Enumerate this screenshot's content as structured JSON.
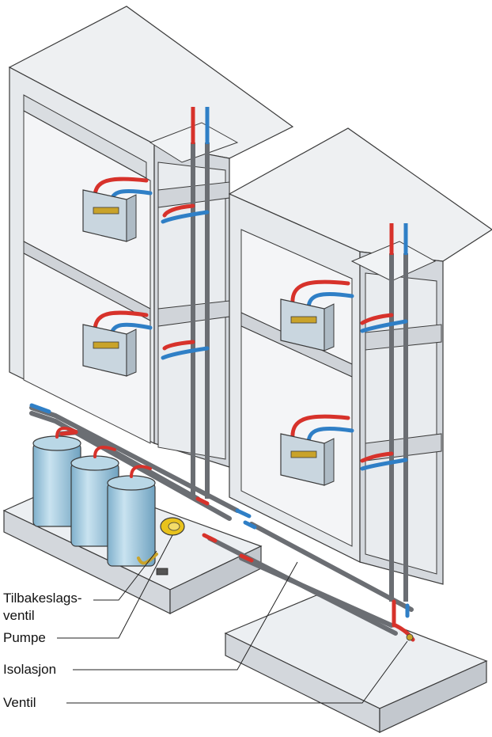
{
  "labels": {
    "check_valve_line1": "Tilbakeslags-",
    "check_valve_line2": "ventil",
    "pump": "Pumpe",
    "insulation": "Isolasjon",
    "valve": "Ventil"
  },
  "colors": {
    "concrete_light": "#eef0f2",
    "concrete_mid": "#dfe2e6",
    "concrete_dark": "#c8ccd2",
    "outline": "#3a3a3a",
    "hot_pipe": "#d7322b",
    "cold_pipe": "#2f7fc6",
    "insulated_pipe": "#6b6e73",
    "tank": "#a9cde0",
    "manifold_box": "#c9d6df",
    "pump_yellow": "#e8c21d"
  }
}
